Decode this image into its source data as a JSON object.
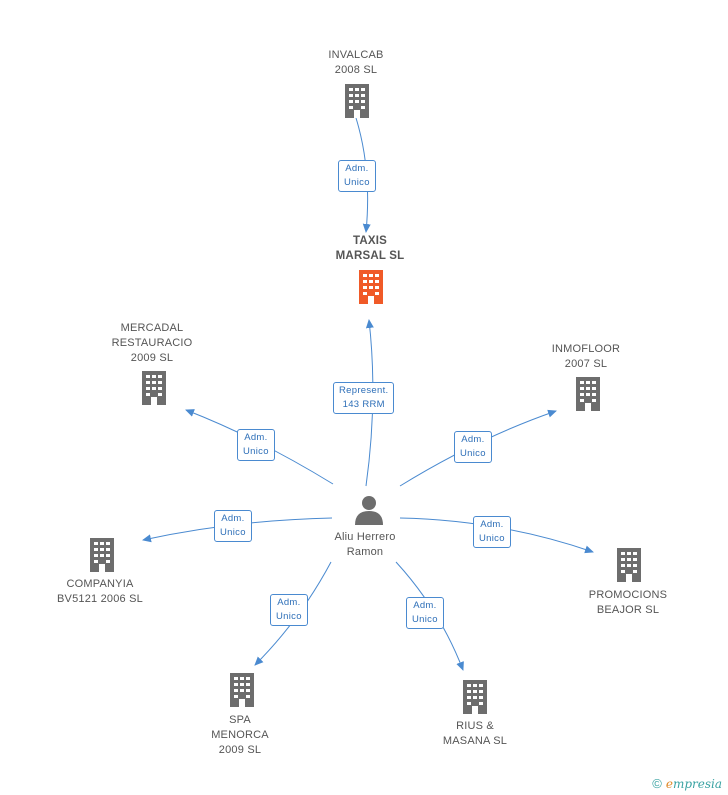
{
  "colors": {
    "edge": "#4a8ad0",
    "focus_building": "#f05a28",
    "building": "#6d6d6d",
    "person": "#6d6d6d"
  },
  "nodes": {
    "invalcab": {
      "line1": "INVALCAB",
      "line2": "2008  SL",
      "icon": "building-icon"
    },
    "taxis": {
      "line1": "TAXIS",
      "line2": "MARSAL SL",
      "icon": "building-icon"
    },
    "mercadal": {
      "line1": "MERCADAL",
      "line2": "RESTAURACIO",
      "line3": "2009 SL",
      "icon": "building-icon"
    },
    "inmofloor": {
      "line1": "INMOFLOOR",
      "line2": "2007 SL",
      "icon": "building-icon"
    },
    "person": {
      "line1": "Aliu Herrero",
      "line2": "Ramon",
      "icon": "person-icon"
    },
    "companyia": {
      "line1": "COMPANYIA",
      "line2": "BV5121 2006 SL",
      "icon": "building-icon"
    },
    "promocions": {
      "line1": "PROMOCIONS",
      "line2": "BEAJOR SL",
      "icon": "building-icon"
    },
    "spa": {
      "line1": "SPA",
      "line2": "MENORCA",
      "line3": "2009 SL",
      "icon": "building-icon"
    },
    "rius": {
      "line1": "RIUS &",
      "line2": "MASANA SL",
      "icon": "building-icon"
    }
  },
  "edges": {
    "invalcab_taxis": {
      "line1": "Adm.",
      "line2": "Unico"
    },
    "person_taxis": {
      "line1": "Represent.",
      "line2": "143 RRM"
    },
    "person_mercadal": {
      "line1": "Adm.",
      "line2": "Unico"
    },
    "person_inmofloor": {
      "line1": "Adm.",
      "line2": "Unico"
    },
    "person_companyia": {
      "line1": "Adm.",
      "line2": "Unico"
    },
    "person_promocions": {
      "line1": "Adm.",
      "line2": "Unico"
    },
    "person_spa": {
      "line1": "Adm.",
      "line2": "Unico"
    },
    "person_rius": {
      "line1": "Adm.",
      "line2": "Unico"
    }
  },
  "footer": {
    "copyright": "©",
    "brand_e": "e",
    "brand_rest": "mpresia"
  }
}
